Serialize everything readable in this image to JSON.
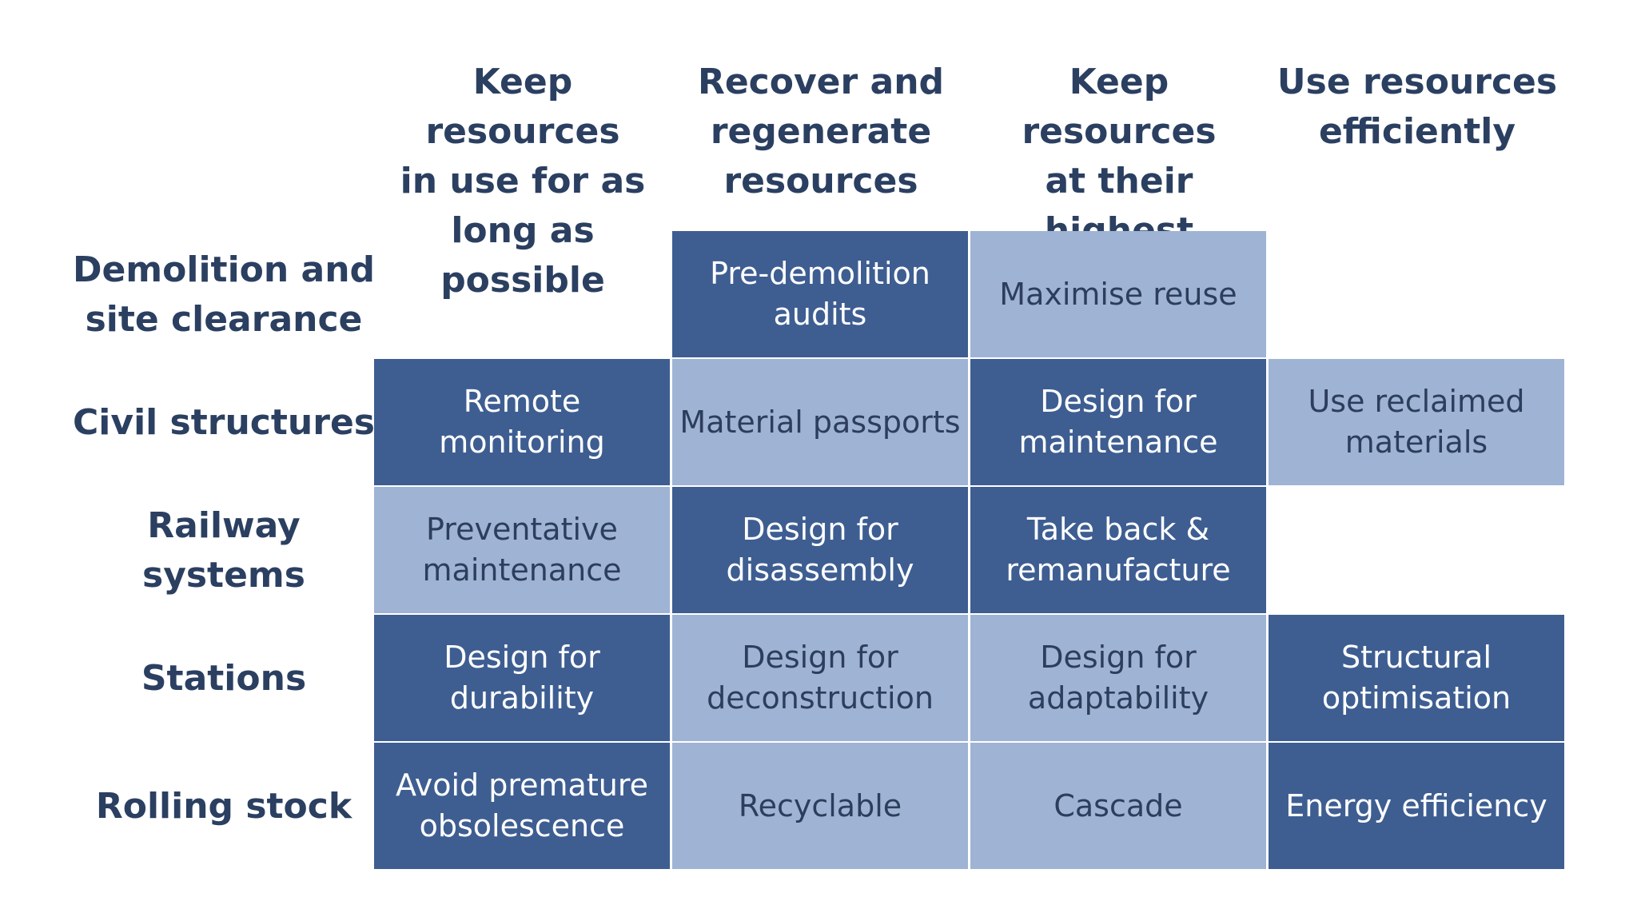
{
  "columns": [
    "Keep resources\nin use for as\nlong as possible",
    "Recover and\nregenerate\nresources",
    "Keep resources\nat their highest\nutility and value",
    "Use resources\nefficiently"
  ],
  "rows": [
    {
      "label": "Demolition and\nsite clearance",
      "cells": [
        {
          "text": "",
          "shade": "empty"
        },
        {
          "text": "Pre-demolition\naudits",
          "shade": "dark"
        },
        {
          "text": "Maximise reuse",
          "shade": "light"
        },
        {
          "text": "",
          "shade": "empty"
        }
      ]
    },
    {
      "label": "Civil structures",
      "cells": [
        {
          "text": "Remote monitoring",
          "shade": "dark"
        },
        {
          "text": "Material passports",
          "shade": "light"
        },
        {
          "text": "Design for\nmaintenance",
          "shade": "dark"
        },
        {
          "text": "Use reclaimed\nmaterials",
          "shade": "light"
        }
      ]
    },
    {
      "label": "Railway systems",
      "cells": [
        {
          "text": "Preventative\nmaintenance",
          "shade": "light"
        },
        {
          "text": "Design for\ndisassembly",
          "shade": "dark"
        },
        {
          "text": "Take back &\nremanufacture",
          "shade": "dark"
        },
        {
          "text": "",
          "shade": "empty"
        }
      ]
    },
    {
      "label": "Stations",
      "cells": [
        {
          "text": "Design for durability",
          "shade": "dark"
        },
        {
          "text": "Design for\ndeconstruction",
          "shade": "light"
        },
        {
          "text": "Design for\nadaptability",
          "shade": "light"
        },
        {
          "text": "Structural\noptimisation",
          "shade": "dark"
        }
      ]
    },
    {
      "label": "Rolling stock",
      "cells": [
        {
          "text": "Avoid premature\nobsolescence",
          "shade": "dark"
        },
        {
          "text": "Recyclable",
          "shade": "light"
        },
        {
          "text": "Cascade",
          "shade": "light"
        },
        {
          "text": "Energy efficiency",
          "shade": "dark"
        }
      ]
    }
  ],
  "colors": {
    "dark": "#3e5e92",
    "light": "#9fb3d4",
    "heading": "#2b3f61"
  }
}
